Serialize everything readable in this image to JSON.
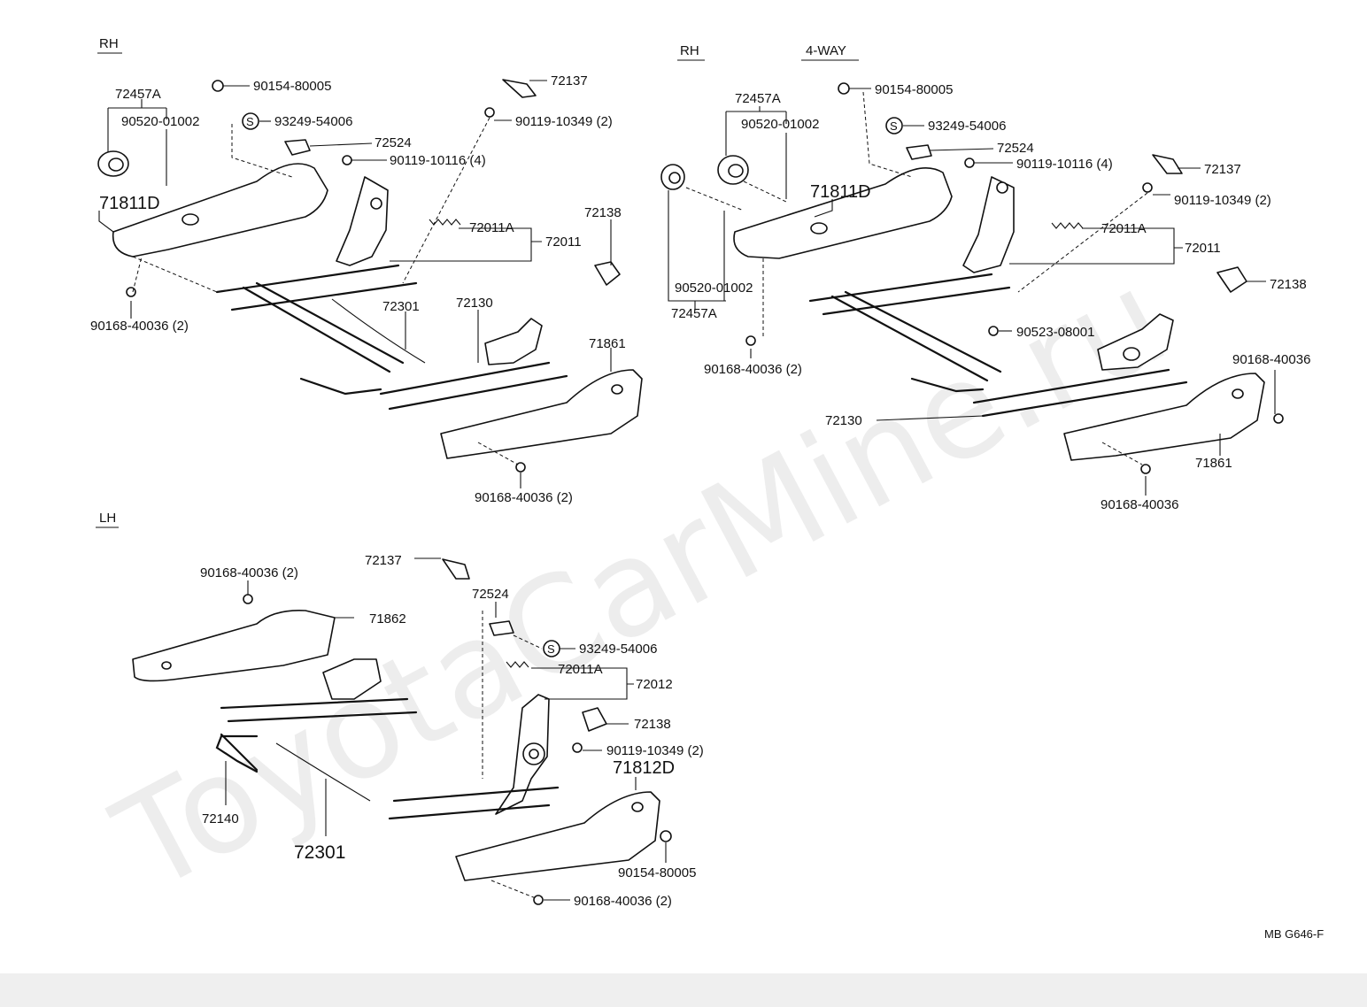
{
  "watermark": "ToyotaCarMine.ru",
  "drawing_code": "MB G646-F",
  "sections": {
    "rh": {
      "title": "RH"
    },
    "rh4": {
      "title": "RH",
      "subtitle": "4-WAY"
    },
    "lh": {
      "title": "LH"
    }
  },
  "labels": {
    "a1": "72457A",
    "a2": "90520-01002",
    "a3": "90154-80005",
    "a4": "93249-54006",
    "a5": "72524",
    "a6": "90119-10116 (4)",
    "a7": "72137",
    "a8": "90119-10349 (2)",
    "a9": "71811D",
    "a10": "72011A",
    "a11": "72011",
    "a12": "72138",
    "a13": "72301",
    "a14": "72130",
    "a15": "90168-40036 (2)",
    "a16": "71861",
    "a17": "90168-40036 (2)",
    "b1": "72457A",
    "b2": "90520-01002",
    "b3": "90154-80005",
    "b4": "93249-54006",
    "b5": "72524",
    "b6": "90119-10116 (4)",
    "b7": "72137",
    "b8": "90119-10349 (2)",
    "b9": "71811D",
    "b10": "72011A",
    "b11": "72011",
    "b12": "72138",
    "b13": "90520-01002",
    "b14": "72457A",
    "b15": "90523-08001",
    "b16": "90168-40036 (2)",
    "b17": "90168-40036",
    "b18": "72130",
    "b19": "71861",
    "b20": "90168-40036",
    "c1": "72137",
    "c2": "90168-40036 (2)",
    "c3": "71862",
    "c4": "72524",
    "c5": "93249-54006",
    "c6": "72011A",
    "c7": "72012",
    "c8": "72138",
    "c9": "90119-10349 (2)",
    "c10": "71812D",
    "c11": "72140",
    "c12": "72301",
    "c13": "90154-80005",
    "c14": "90168-40036 (2)"
  }
}
